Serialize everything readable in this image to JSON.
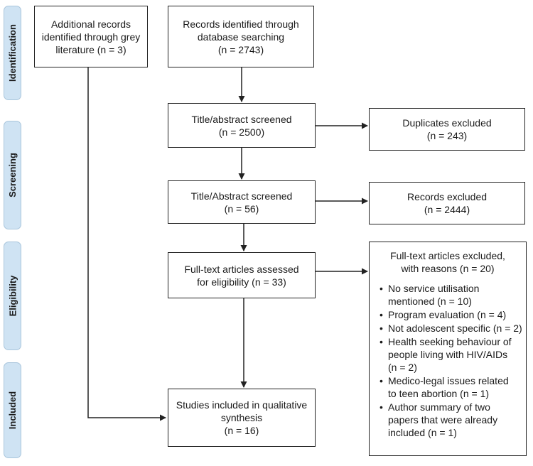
{
  "stages": {
    "identification": "Identification",
    "screening": "Screening",
    "eligibility": "Eligibility",
    "included": "Included"
  },
  "boxes": {
    "grey_literature": {
      "line1": "Additional records",
      "line2": "identified through grey",
      "line3": "literature (n = 3)"
    },
    "database_search": {
      "line1": "Records identified through",
      "line2": "database searching",
      "line3": "(n = 2743)"
    },
    "title_abstract_1": {
      "line1": "Title/abstract screened",
      "line2": "(n = 2500)"
    },
    "duplicates": {
      "line1": "Duplicates excluded",
      "line2": "(n = 243)"
    },
    "title_abstract_2": {
      "line1": "Title/Abstract screened",
      "line2": "(n = 56)"
    },
    "records_excluded": {
      "line1": "Records excluded",
      "line2": "(n = 2444)"
    },
    "fulltext_assessed": {
      "line1": "Full-text articles assessed",
      "line2": "for eligibility (n = 33)"
    },
    "included_studies": {
      "line1": "Studies included in qualitative",
      "line2": "synthesis",
      "line3": "(n = 16)"
    },
    "fulltext_excluded": {
      "title1": "Full-text articles excluded,",
      "title2": "with reasons (n = 20)",
      "reasons": [
        {
          "l1": "No service utilisation",
          "l2": "mentioned (n = 10)"
        },
        {
          "l1": "Program evaluation (n = 4)"
        },
        {
          "l1": "Not adolescent specific (n = 2)"
        },
        {
          "l1": "Health seeking behaviour of",
          "l2": "people living with HIV/AIDs",
          "l3": "(n = 2)"
        },
        {
          "l1": "Medico-legal issues related",
          "l2": "to teen abortion (n = 1)"
        },
        {
          "l1": "Author summary of two",
          "l2": "papers that were already",
          "l3": "included (n = 1)"
        }
      ]
    }
  }
}
